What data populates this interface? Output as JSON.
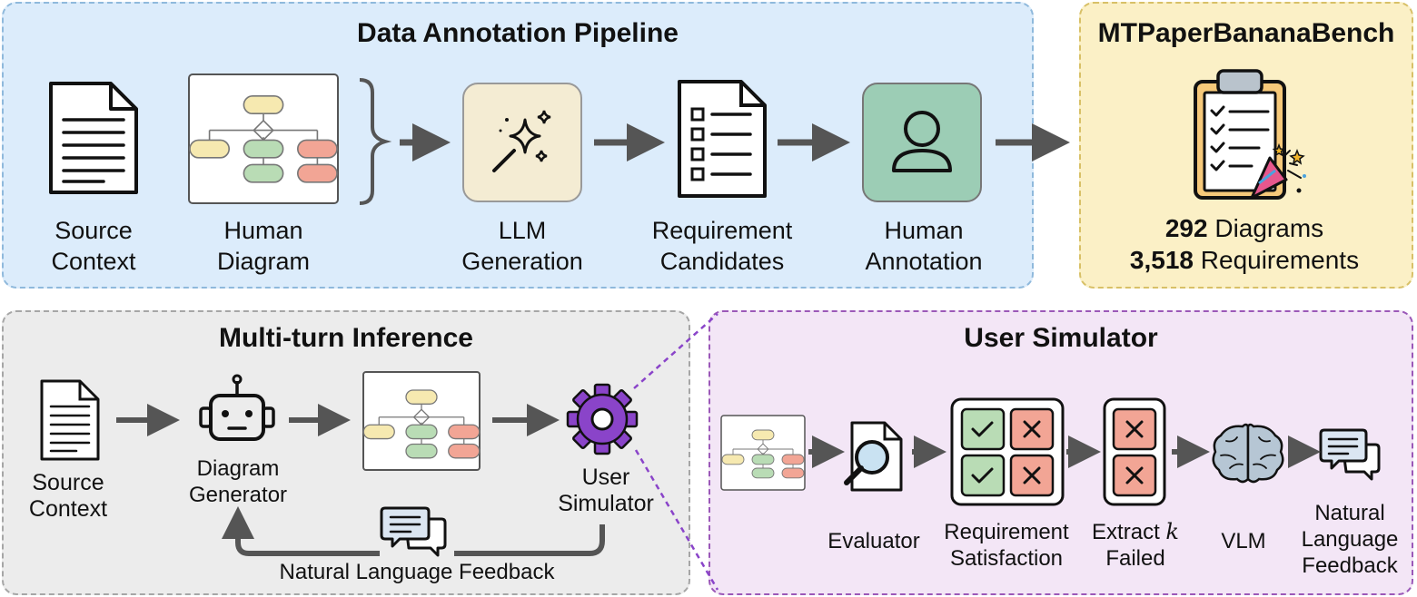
{
  "pipeline": {
    "title": "Data Annotation Pipeline",
    "steps": {
      "source_context": [
        "Source",
        "Context"
      ],
      "human_diagram": [
        "Human",
        "Diagram"
      ],
      "llm_generation": [
        "LLM",
        "Generation"
      ],
      "requirement_candidates": [
        "Requirement",
        "Candidates"
      ],
      "human_annotation": [
        "Human",
        "Annotation"
      ]
    }
  },
  "bench": {
    "title": "MTPaperBananaBench",
    "diagrams_count": "292",
    "diagrams_label": " Diagrams",
    "requirements_count": "3,518",
    "requirements_label": " Requirements"
  },
  "inference": {
    "title": "Multi-turn Inference",
    "steps": {
      "source_context": [
        "Source",
        "Context"
      ],
      "diagram_generator": [
        "Diagram",
        "Generator"
      ],
      "user_simulator": [
        "User",
        "Simulator"
      ]
    },
    "feedback": "Natural Language Feedback"
  },
  "simulator": {
    "title": "User Simulator",
    "steps": {
      "evaluator": [
        "Evaluator"
      ],
      "requirement_satisfaction": [
        "Requirement",
        "Satisfaction"
      ],
      "extract_failed_prefix": "Extract ",
      "extract_failed_var": "k",
      "extract_failed_line2": "Failed",
      "vlm": [
        "VLM"
      ],
      "nl_feedback": [
        "Natural",
        "Language",
        "Feedback"
      ]
    }
  },
  "colors": {
    "pipeline_bg": "#dcecfb",
    "pipeline_border": "#8fb9dc",
    "bench_bg": "#fbf0c6",
    "bench_border": "#d8c067",
    "inference_bg": "#ececec",
    "inference_border": "#a6a6a6",
    "simulator_bg": "#f3e6f6",
    "simulator_border": "#9b58b8",
    "flow_yellow": "#f6e9b0",
    "flow_green": "#b9dcb5",
    "flow_red": "#f2a595",
    "gear_purple": "#8a44c9",
    "arrow": "#555555"
  }
}
